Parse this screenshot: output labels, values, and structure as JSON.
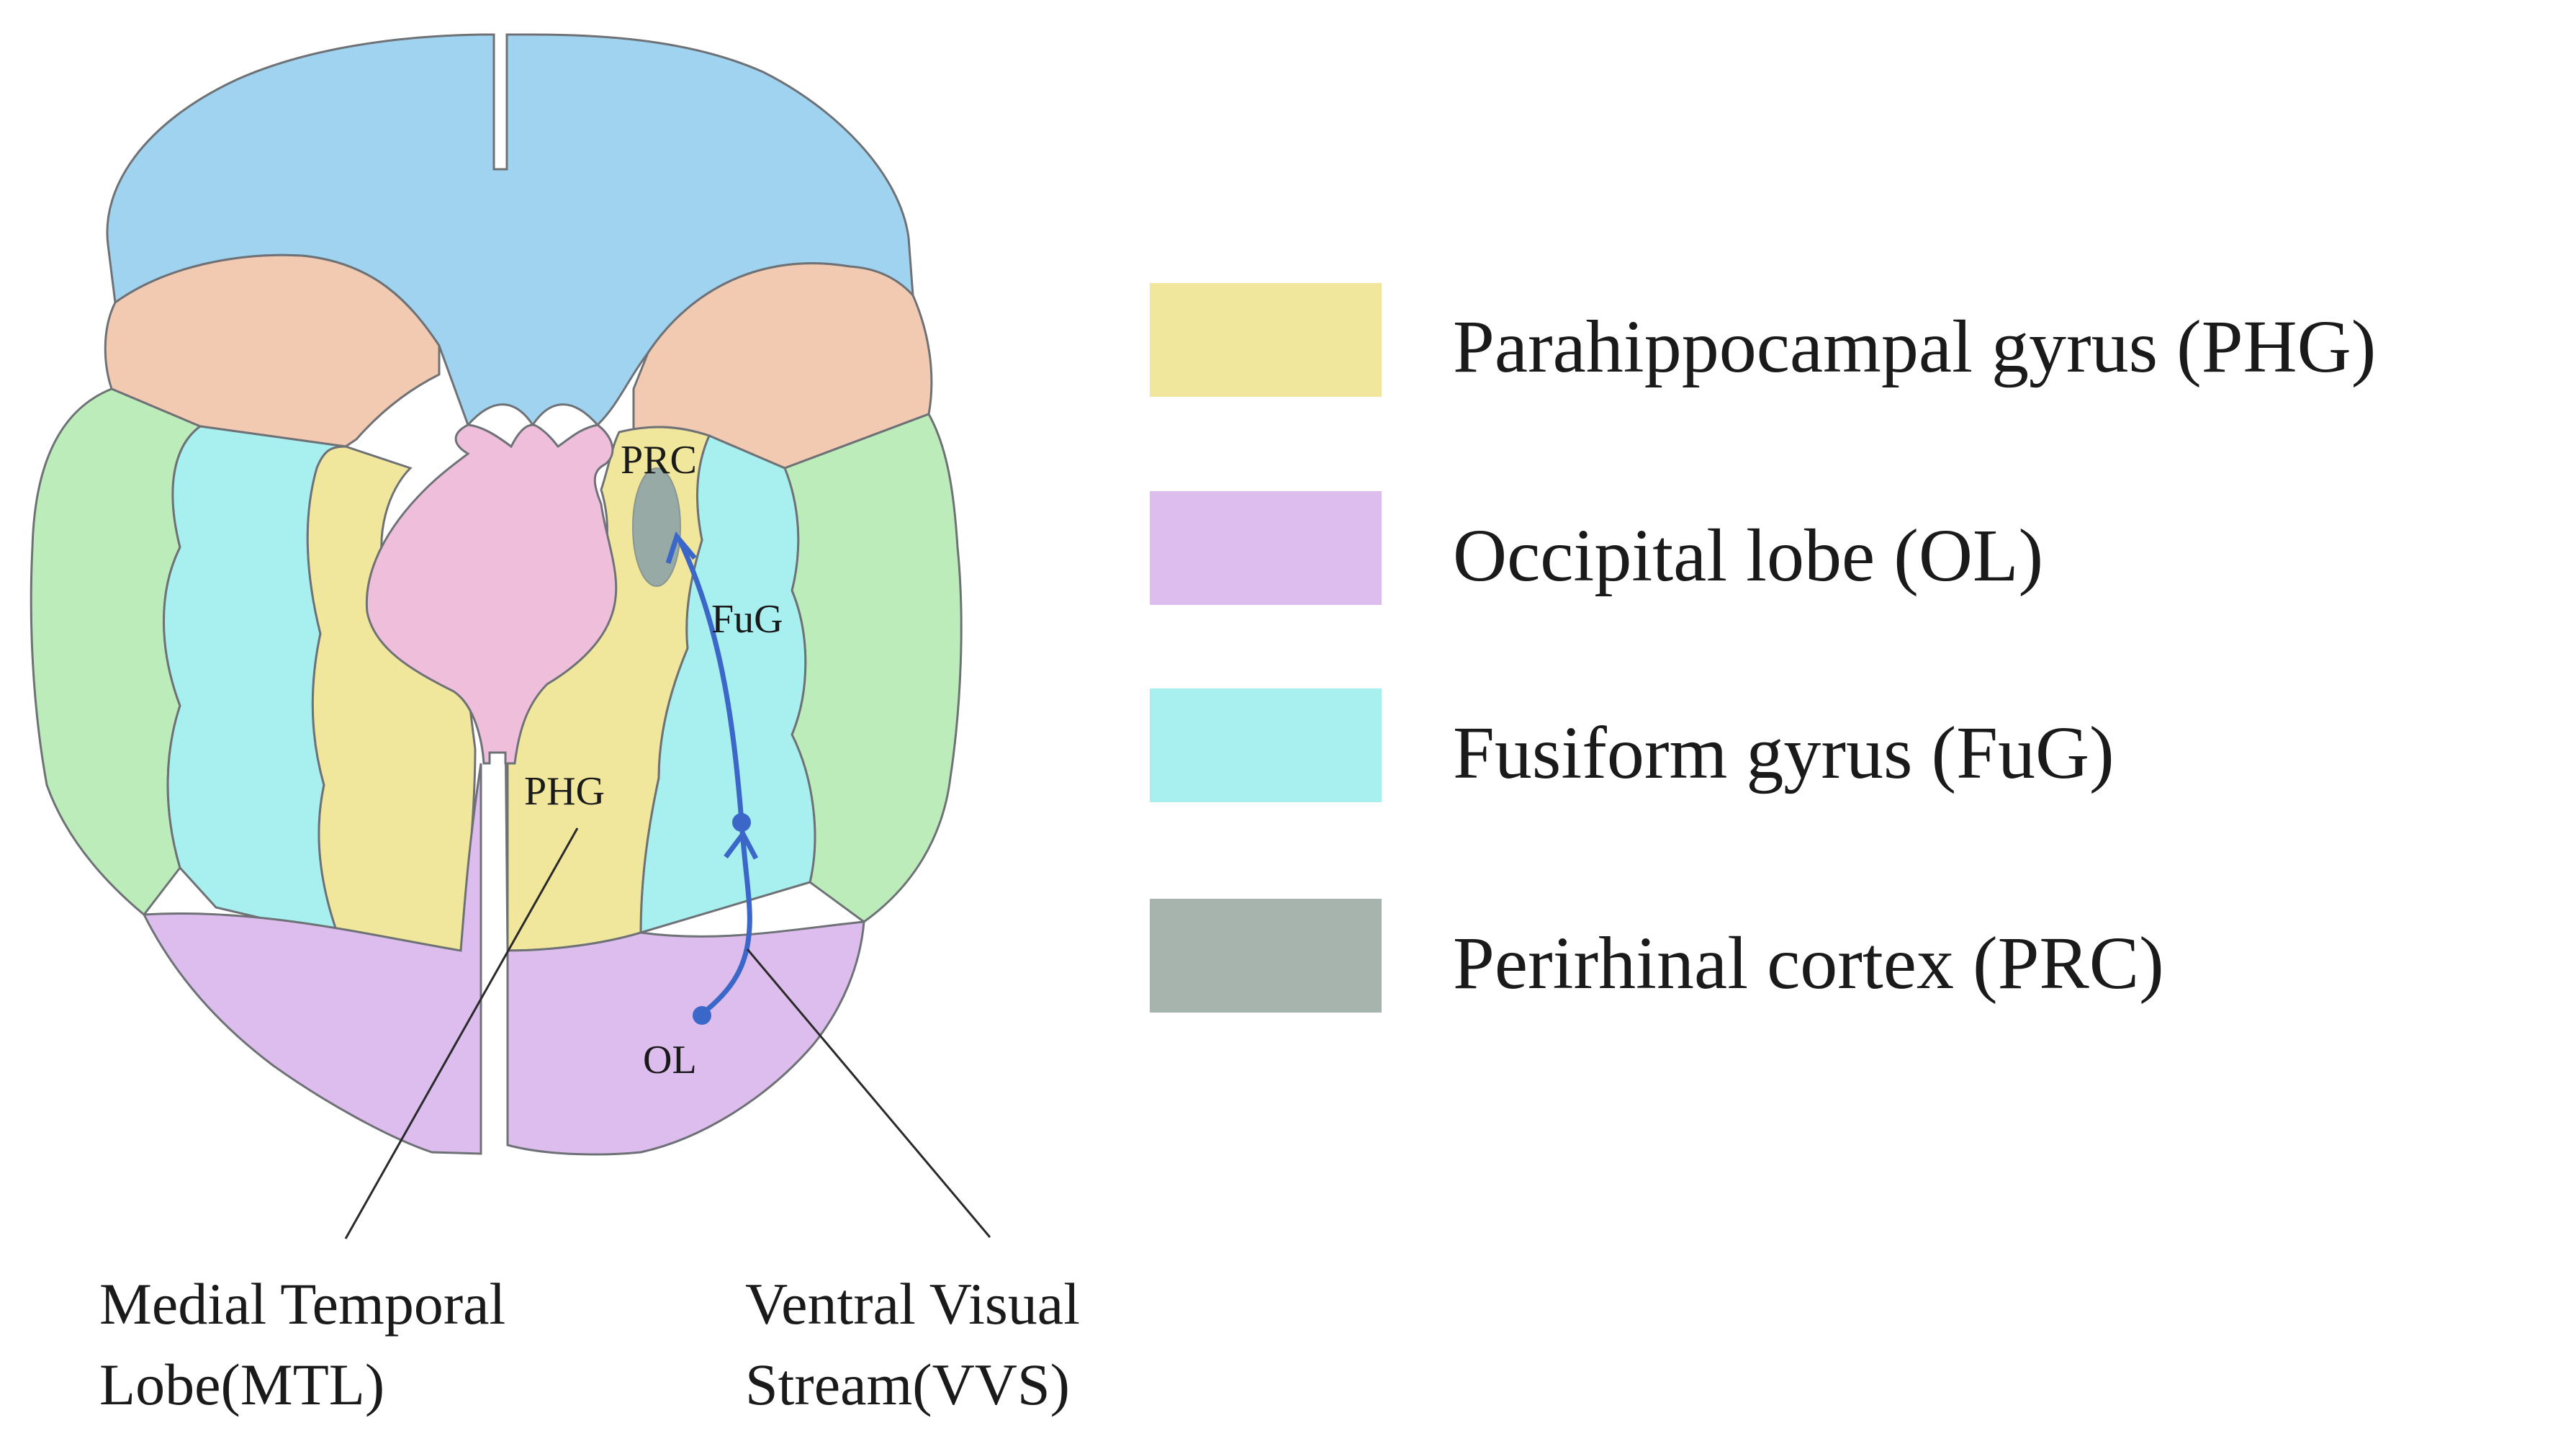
{
  "colors": {
    "frontal": "#9fd3f0",
    "temporal_pole": "#f2c9b1",
    "lateral_temporal": "#bdecbb",
    "fusiform": "#a8f0f0",
    "parahippocampal": "#f0e79c",
    "midbrain": "#efbedb",
    "occipital": "#dcbded",
    "perirhinal": "#97aaa6",
    "stream": "#3b67c9",
    "callout_line": "#2a2a2a"
  },
  "map_labels": {
    "prc": "PRC",
    "fug": "FuG",
    "phg": "PHG",
    "ol": "OL"
  },
  "callouts": {
    "mtl_line1": "Medial Temporal",
    "mtl_line2": "Lobe(MTL)",
    "vvs_line1": "Ventral Visual",
    "vvs_line2": "Stream(VVS)"
  },
  "legend": [
    {
      "label": "Parahippocampal gyrus (PHG)",
      "color": "#f0e79c"
    },
    {
      "label": "Occipital lobe (OL)",
      "color": "#dcbded"
    },
    {
      "label": "Fusiform gyrus (FuG)",
      "color": "#a8f0f0"
    },
    {
      "label": "Perirhinal cortex (PRC)",
      "color": "#a7b4ae"
    }
  ]
}
